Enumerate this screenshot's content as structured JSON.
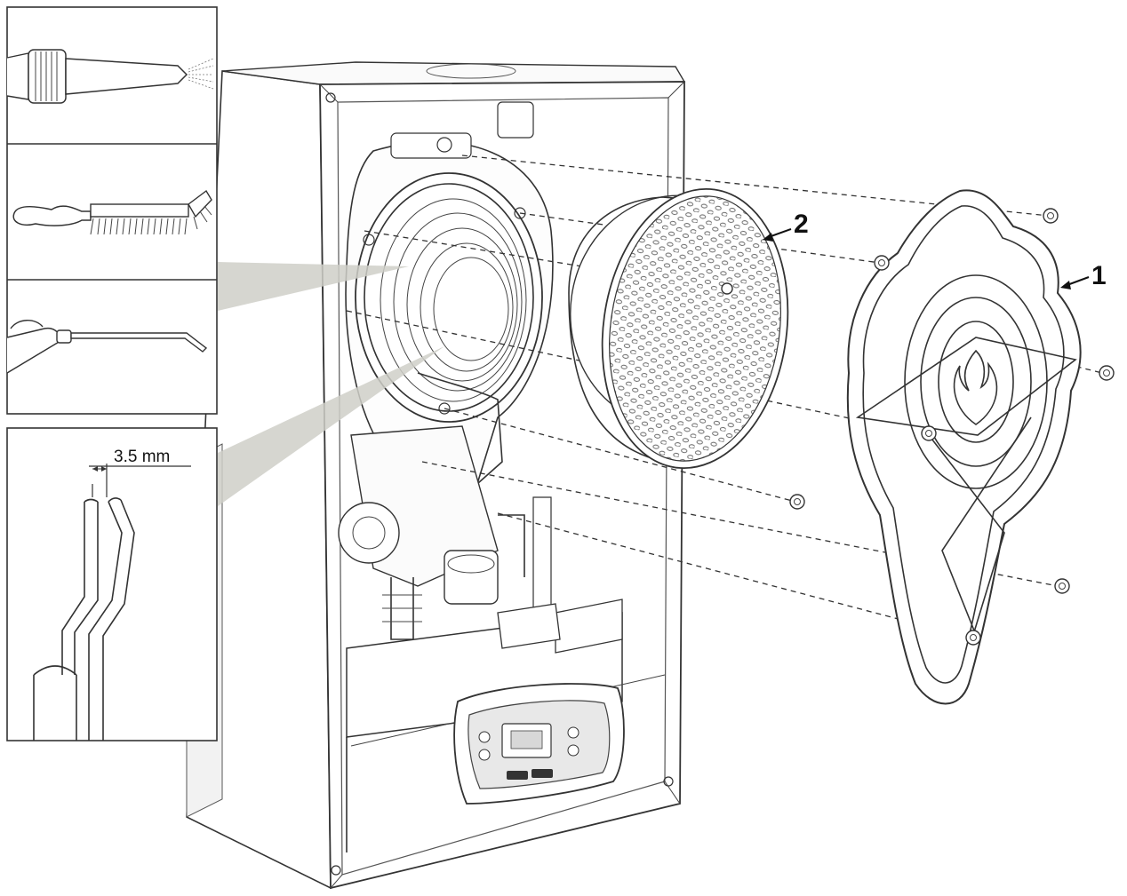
{
  "callouts": [
    {
      "id": "part-1",
      "label": "1"
    },
    {
      "id": "part-2",
      "label": "2"
    }
  ],
  "inset_tools": [
    {
      "icon": "nozzle-icon"
    },
    {
      "icon": "wire-brush-icon"
    },
    {
      "icon": "air-blow-gun-icon"
    }
  ],
  "electrode_gap": {
    "value": "3.5 mm"
  }
}
